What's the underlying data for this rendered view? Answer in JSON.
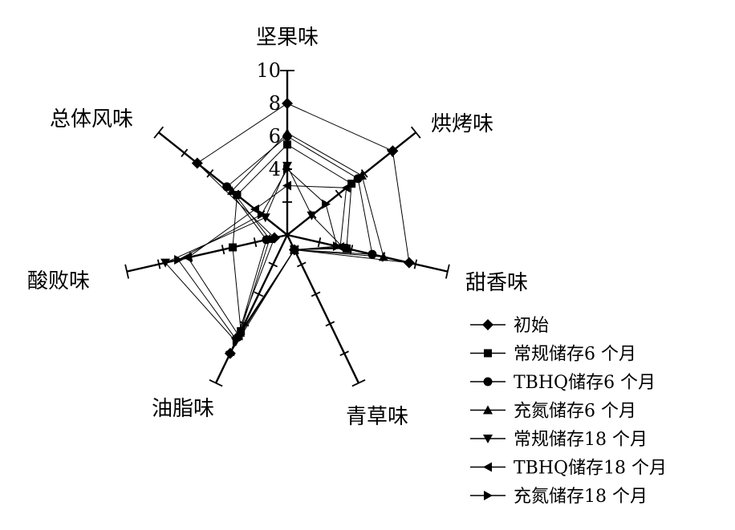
{
  "chart_data": {
    "type": "radar",
    "axes": [
      "坚果味",
      "烘烤味",
      "甜香味",
      "青草味",
      "油脂味",
      "酸败味",
      "总体风味"
    ],
    "rlim": [
      0,
      10
    ],
    "tick_labels": [
      "4",
      "6",
      "8",
      "10"
    ],
    "tick_values": [
      4,
      6,
      8,
      10
    ],
    "series": [
      {
        "name": "初始",
        "marker": "diamond",
        "values": [
          8.0,
          8.2,
          7.6,
          1.0,
          8.0,
          0.8,
          7.0
        ]
      },
      {
        "name": "常规储存6 个月",
        "marker": "square",
        "values": [
          5.5,
          5.0,
          3.7,
          1.0,
          6.5,
          3.4,
          3.9
        ]
      },
      {
        "name": "TBHQ储存6 个月",
        "marker": "circle",
        "values": [
          6.0,
          5.5,
          5.3,
          1.0,
          6.9,
          1.3,
          4.7
        ]
      },
      {
        "name": "充氮储存6 个月",
        "marker": "triangle-up",
        "values": [
          6.2,
          5.8,
          6.0,
          1.0,
          6.6,
          1.1,
          4.3
        ]
      },
      {
        "name": "常规储存18 个月",
        "marker": "triangle-down",
        "values": [
          4.2,
          1.9,
          3.5,
          1.0,
          7.2,
          7.6,
          1.7
        ]
      },
      {
        "name": "TBHQ储存18 个月",
        "marker": "triangle-left",
        "values": [
          3.0,
          4.6,
          3.3,
          1.0,
          6.8,
          6.2,
          2.5
        ]
      },
      {
        "name": "充氮储存18 个月",
        "marker": "triangle-right",
        "values": [
          4.0,
          3.0,
          3.1,
          1.0,
          7.1,
          6.8,
          2.0
        ]
      }
    ]
  }
}
